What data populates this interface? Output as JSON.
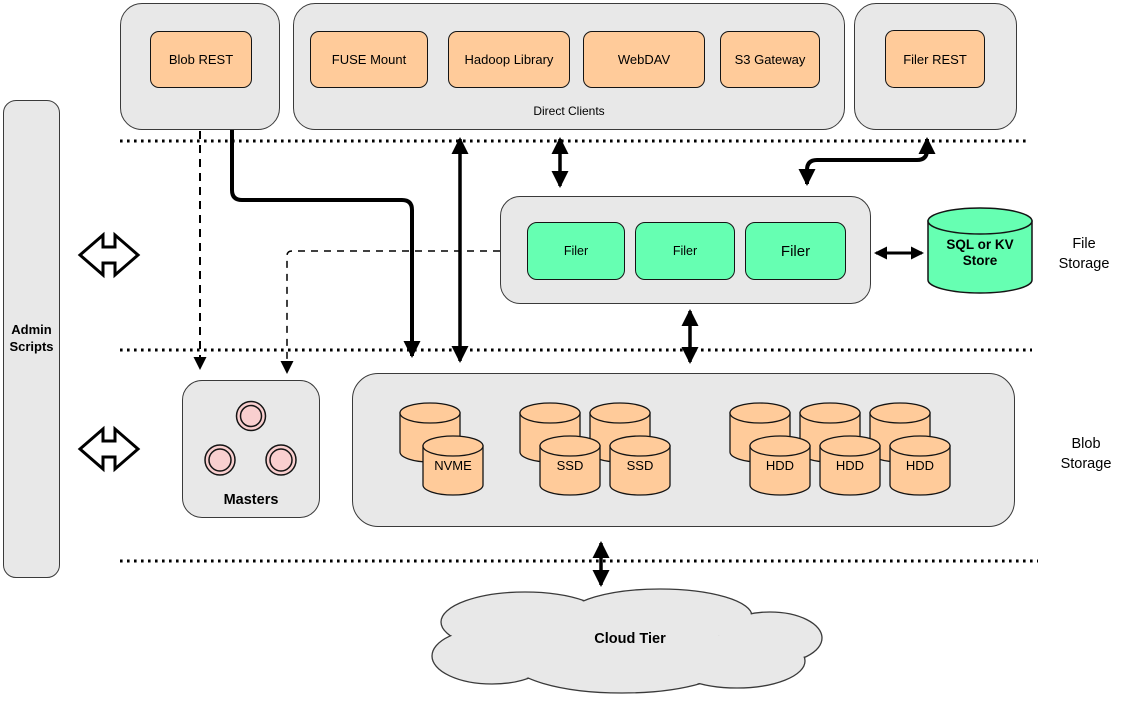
{
  "colors": {
    "container_gray": "#e8e8e8",
    "node_orange": "#ffcb9a",
    "node_green": "#66ffb2",
    "master_pink": "#f9cfcf",
    "line_black": "#000000"
  },
  "admin_panel": {
    "label": "Admin Scripts"
  },
  "top": {
    "blob_rest": {
      "label": "Blob REST"
    },
    "direct_clients": {
      "title": "Direct Clients",
      "clients": [
        {
          "label": "FUSE Mount"
        },
        {
          "label": "Hadoop Library"
        },
        {
          "label": "WebDAV"
        },
        {
          "label": "S3 Gateway"
        }
      ]
    },
    "filer_rest": {
      "label": "Filer REST"
    }
  },
  "file_storage_layer": {
    "layer_label": "File Storage",
    "filers": [
      {
        "label": "Filer"
      },
      {
        "label": "Filer"
      },
      {
        "label": "Filer"
      }
    ],
    "metadata_store": {
      "label": "SQL or KV Store"
    }
  },
  "blob_storage_layer": {
    "layer_label": "Blob Storage",
    "masters": {
      "label": "Masters"
    },
    "volumes": [
      {
        "label": "NVME"
      },
      {
        "label": "SSD"
      },
      {
        "label": "SSD"
      },
      {
        "label": "HDD"
      },
      {
        "label": "HDD"
      },
      {
        "label": "HDD"
      }
    ]
  },
  "cloud_layer": {
    "label": "Cloud Tier"
  }
}
